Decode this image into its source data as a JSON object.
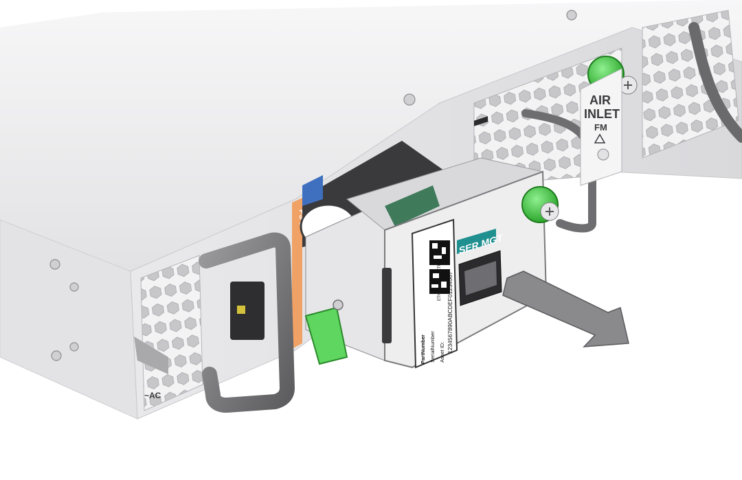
{
  "labels": {
    "air_inlet_line1": "AIR",
    "air_inlet_line2": "INLET",
    "fm_label": "FM",
    "ser_mgt_label": "SER MGT",
    "ps0_label": "PS 0",
    "ac_label": "~AC",
    "tag_serial": "1234567890ABCDEF01234567",
    "tag_asset_id": "Asset ID:",
    "tag_part": "PartNumber",
    "tag_line_a": "SerialNumber",
    "tag_eth0": "ETH0",
    "tag_eth1": "ETH1"
  },
  "colors": {
    "chassis": "#e4e4e6",
    "chassis_shadow": "#c9c9cc",
    "grille": "#d6d6d8",
    "thumbscrew_green": "#3cbc3c",
    "latch_green": "#5fd65f",
    "label_teal": "#1f8f8f",
    "orange_strip": "#f0a266",
    "handle_gray": "#6e6e70",
    "arrow_gray": "#8a8a8c"
  },
  "icons": {
    "thumbscrew": "thumbscrew-icon",
    "arrow": "removal-arrow-icon",
    "qr": "qr-code-icon",
    "warning": "warning-icon",
    "rj45": "rj45-port-icon"
  }
}
